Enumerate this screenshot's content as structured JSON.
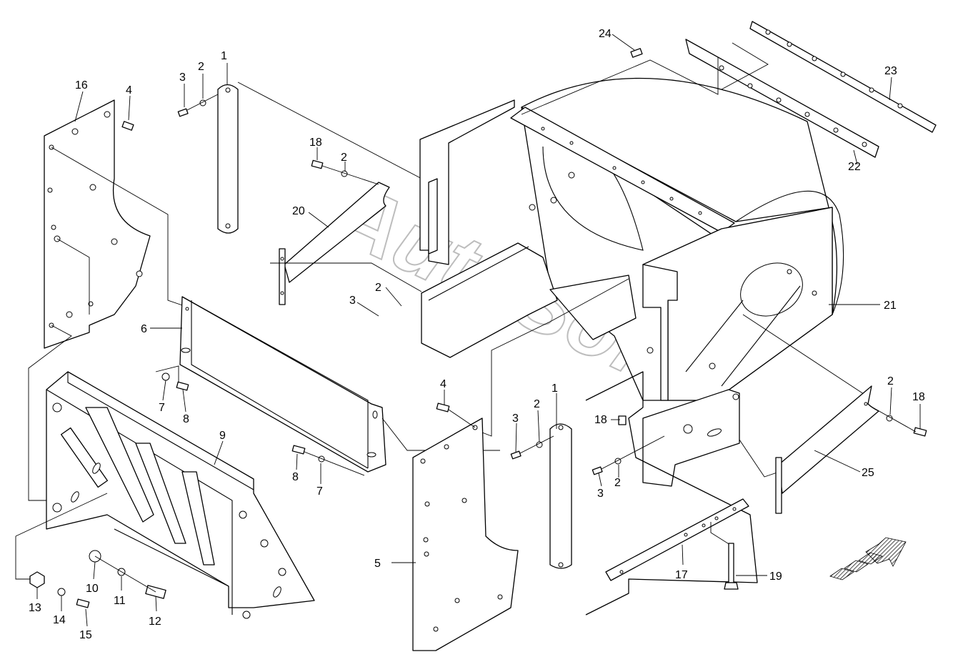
{
  "watermark": "AutoSoft",
  "callouts": [
    {
      "id": "c1a",
      "text": "1"
    },
    {
      "id": "c2a",
      "text": "2"
    },
    {
      "id": "c3a",
      "text": "3"
    },
    {
      "id": "c16",
      "text": "16"
    },
    {
      "id": "c4a",
      "text": "4"
    },
    {
      "id": "c18a",
      "text": "18"
    },
    {
      "id": "c2b",
      "text": "2"
    },
    {
      "id": "c20",
      "text": "20"
    },
    {
      "id": "c2c",
      "text": "2"
    },
    {
      "id": "c3b",
      "text": "3"
    },
    {
      "id": "c24",
      "text": "24"
    },
    {
      "id": "c23",
      "text": "23"
    },
    {
      "id": "c22",
      "text": "22"
    },
    {
      "id": "c21",
      "text": "21"
    },
    {
      "id": "c6",
      "text": "6"
    },
    {
      "id": "c7a",
      "text": "7"
    },
    {
      "id": "c8a",
      "text": "8"
    },
    {
      "id": "c9",
      "text": "9"
    },
    {
      "id": "c8b",
      "text": "8"
    },
    {
      "id": "c7b",
      "text": "7"
    },
    {
      "id": "c4b",
      "text": "4"
    },
    {
      "id": "c1b",
      "text": "1"
    },
    {
      "id": "c2d",
      "text": "2"
    },
    {
      "id": "c3c",
      "text": "3"
    },
    {
      "id": "c18b",
      "text": "18"
    },
    {
      "id": "c3d",
      "text": "3"
    },
    {
      "id": "c2e",
      "text": "2"
    },
    {
      "id": "c2f",
      "text": "2"
    },
    {
      "id": "c18c",
      "text": "18"
    },
    {
      "id": "c25",
      "text": "25"
    },
    {
      "id": "c5",
      "text": "5"
    },
    {
      "id": "c17",
      "text": "17"
    },
    {
      "id": "c19",
      "text": "19"
    },
    {
      "id": "c10",
      "text": "10"
    },
    {
      "id": "c11",
      "text": "11"
    },
    {
      "id": "c12",
      "text": "12"
    },
    {
      "id": "c13",
      "text": "13"
    },
    {
      "id": "c14",
      "text": "14"
    },
    {
      "id": "c15",
      "text": "15"
    }
  ]
}
